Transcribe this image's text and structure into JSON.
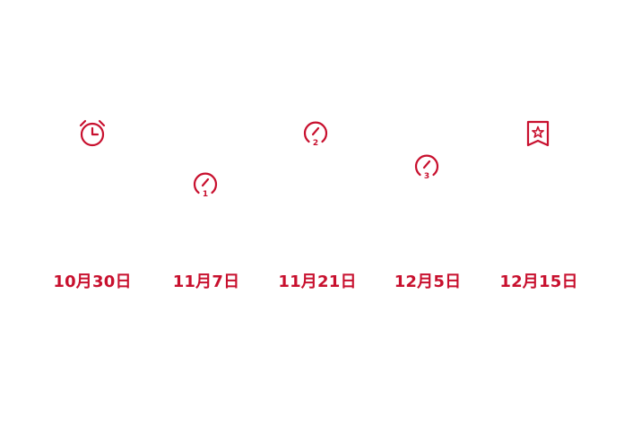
{
  "accent_color": "#c8102e",
  "milestones": [
    {
      "date": "10月30日",
      "icon": "alarm-clock-icon"
    },
    {
      "date": "11月7日",
      "icon": "gauge-icon",
      "badge": "1"
    },
    {
      "date": "11月21日",
      "icon": "gauge-icon",
      "badge": "2"
    },
    {
      "date": "12月5日",
      "icon": "gauge-icon",
      "badge": "3"
    },
    {
      "date": "12月15日",
      "icon": "bookmark-star-icon"
    }
  ]
}
